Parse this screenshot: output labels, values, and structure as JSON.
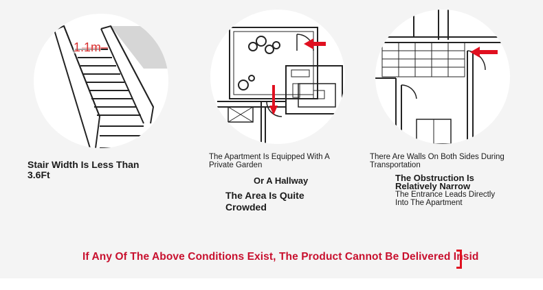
{
  "stairs": {
    "measure_label": "1.1m",
    "caption_line1": "Stair Width Is Less Than",
    "caption_line2": "3.6Ft"
  },
  "garden": {
    "caption_line1": "The Apartment Is Equipped With A",
    "caption_line2": "Private Garden",
    "caption_or": "Or A Hallway",
    "caption_crowded_line1": "The Area Is Quite",
    "caption_crowded_line2": "Crowded"
  },
  "walls": {
    "caption_line1": "There Are Walls On Both Sides During",
    "caption_line2": "Transportation",
    "caption_narrow_line1": "The Obstruction Is",
    "caption_narrow_line2": "Relatively Narrow",
    "caption_entrance_line1": "The Entrance Leads Directly",
    "caption_entrance_line2": "Into The Apartment"
  },
  "footer": {
    "notice": "If Any Of The Above Conditions Exist, The Product Cannot Be Delivered Insid"
  },
  "colors": {
    "accent_red": "#e01020",
    "notice_red": "#c8102e",
    "measure_red": "#d93030"
  }
}
